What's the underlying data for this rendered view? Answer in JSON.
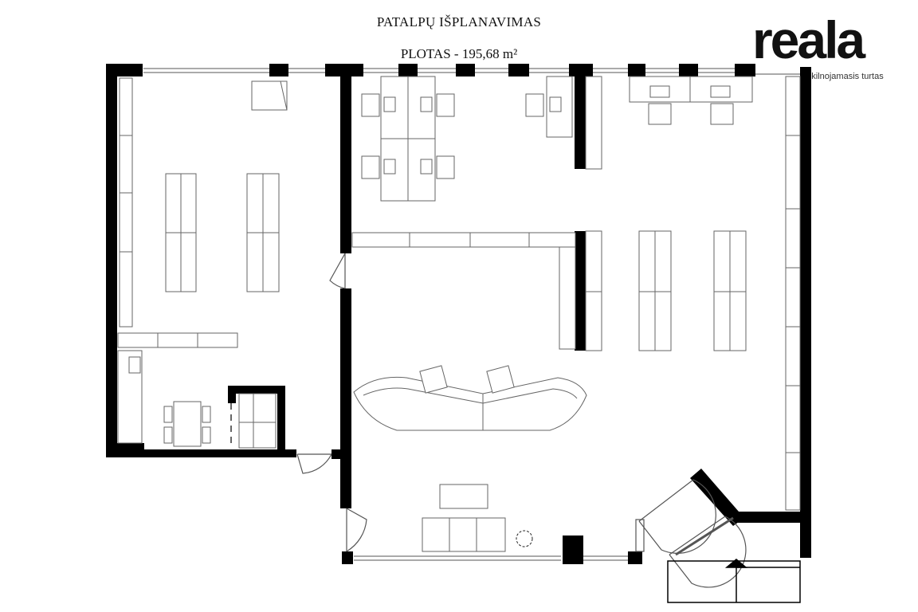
{
  "header": {
    "title": "PATALPŲ IŠPLANAVIMAS",
    "area": "PLOTAS - 195,68 m²"
  },
  "logo": {
    "word": "reala",
    "tagline": "nekilnojamasis turtas"
  },
  "colors": {
    "wall": "#000000",
    "furniture_stroke": "#555555",
    "background": "#ffffff"
  }
}
